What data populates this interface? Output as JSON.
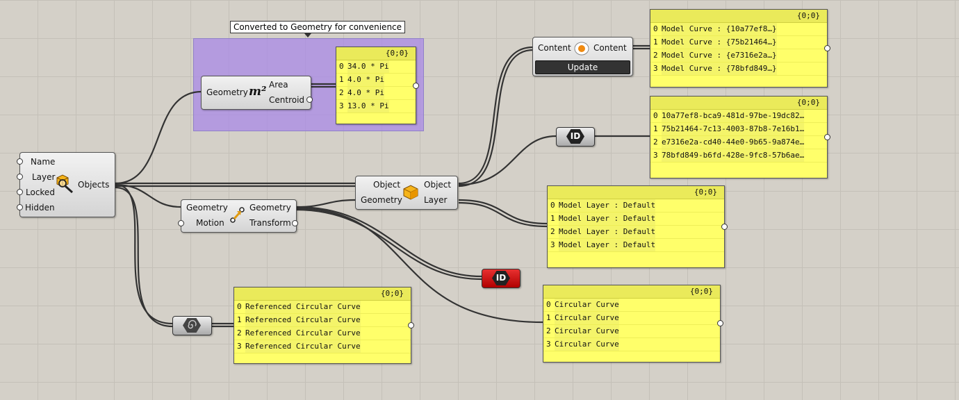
{
  "group": {
    "tooltip": "Converted to Geometry for convenience"
  },
  "objects_node": {
    "inputs": [
      "Name",
      "Layer",
      "Locked",
      "Hidden"
    ],
    "output": "Objects"
  },
  "area_node": {
    "input": "Geometry",
    "symbol": "m²",
    "outputs": [
      "Area",
      "Centroid"
    ]
  },
  "transform_node": {
    "inputs": [
      "Geometry",
      "Motion"
    ],
    "outputs": [
      "Geometry",
      "Transform"
    ]
  },
  "object_node": {
    "inputs": [
      "Object",
      "Geometry"
    ],
    "outputs": [
      "Object",
      "Layer"
    ]
  },
  "content_node": {
    "input": "Content",
    "output": "Content",
    "button": "Update"
  },
  "id_node_1": {
    "label": "ID"
  },
  "id_node_2": {
    "label": "ID"
  },
  "area_panel": {
    "path": "{0;0}",
    "rows": [
      {
        "i": "0",
        "v": "34.0 * Pi"
      },
      {
        "i": "1",
        "v": "4.0 * Pi"
      },
      {
        "i": "2",
        "v": "4.0 * Pi"
      },
      {
        "i": "3",
        "v": "13.0 * Pi"
      }
    ]
  },
  "content_panel": {
    "path": "{0;0}",
    "rows": [
      {
        "i": "0",
        "v": "Model Curve : {10a77ef8…}"
      },
      {
        "i": "1",
        "v": "Model Curve : {75b21464…}"
      },
      {
        "i": "2",
        "v": "Model Curve : {e7316e2a…}"
      },
      {
        "i": "3",
        "v": "Model Curve : {78bfd849…}"
      }
    ]
  },
  "id_panel": {
    "path": "{0;0}",
    "rows": [
      {
        "i": "0",
        "v": "10a77ef8-bca9-481d-97be-19dc82…"
      },
      {
        "i": "1",
        "v": "75b21464-7c13-4003-87b8-7e16b1…"
      },
      {
        "i": "2",
        "v": "e7316e2a-cd40-44e0-9b65-9a874e…"
      },
      {
        "i": "3",
        "v": "78bfd849-b6fd-428e-9fc8-57b6ae…"
      }
    ]
  },
  "layer_panel": {
    "path": "{0;0}",
    "rows": [
      {
        "i": "0",
        "v": "Model Layer : Default"
      },
      {
        "i": "1",
        "v": "Model Layer : Default"
      },
      {
        "i": "2",
        "v": "Model Layer : Default"
      },
      {
        "i": "3",
        "v": "Model Layer : Default"
      }
    ]
  },
  "ref_panel": {
    "path": "{0;0}",
    "rows": [
      {
        "i": "0",
        "v": "Referenced Circular Curve"
      },
      {
        "i": "1",
        "v": "Referenced Circular Curve"
      },
      {
        "i": "2",
        "v": "Referenced Circular Curve"
      },
      {
        "i": "3",
        "v": "Referenced Circular Curve"
      }
    ]
  },
  "curve_panel": {
    "path": "{0;0}",
    "rows": [
      {
        "i": "0",
        "v": "Circular Curve"
      },
      {
        "i": "1",
        "v": "Circular Curve"
      },
      {
        "i": "2",
        "v": "Circular Curve"
      },
      {
        "i": "3",
        "v": "Circular Curve"
      }
    ]
  },
  "colors": {
    "canvas": "#d4d0c8",
    "panel": "#ffff6a",
    "group": "#aa8ce6",
    "id_error": "#cc1111"
  }
}
